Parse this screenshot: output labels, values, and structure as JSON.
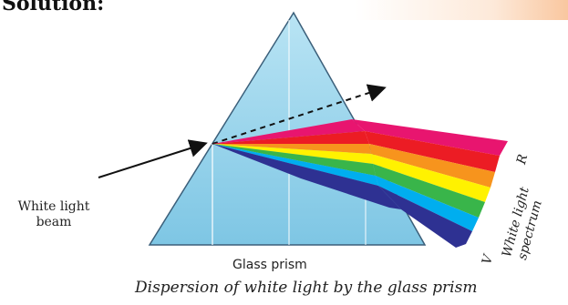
{
  "header": {
    "title": "Solution:"
  },
  "labels": {
    "beam_line1": "White light",
    "beam_line2": "beam",
    "prism": "Glass prism",
    "spectrum_line1": "White light",
    "spectrum_line2": "spectrum",
    "red": "R",
    "violet": "V"
  },
  "caption": "Dispersion of white light by the glass prism",
  "colors": {
    "prism_fill": "#8fd0ea",
    "spectrum": [
      "#e8156f",
      "#ec1c24",
      "#f7941d",
      "#fff200",
      "#39b54a",
      "#00aeef",
      "#2e3192"
    ]
  }
}
